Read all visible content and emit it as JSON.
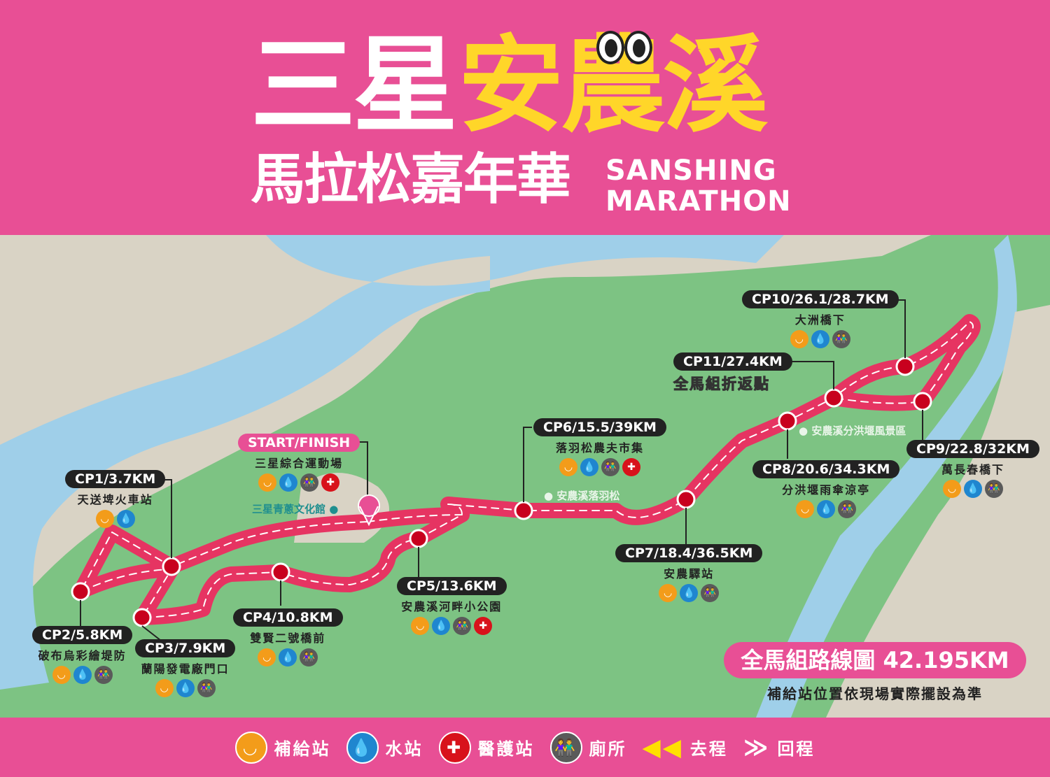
{
  "header": {
    "title_white": "三星",
    "title_yellow": "安農溪",
    "subtitle": "馬拉松嘉年華",
    "english_line1": "SANSHING",
    "english_line2": "MARATHON"
  },
  "checkpoints": [
    {
      "label": "START/FINISH",
      "location": "三星綜合運動場",
      "icons": [
        "banana",
        "water",
        "toilet",
        "medical"
      ]
    },
    {
      "label": "CP1/3.7KM",
      "location": "天送埤火車站",
      "icons": [
        "banana",
        "water"
      ]
    },
    {
      "label": "CP2/5.8KM",
      "location": "破布烏彩繪堤防",
      "icons": [
        "banana",
        "water",
        "toilet"
      ]
    },
    {
      "label": "CP3/7.9KM",
      "location": "蘭陽發電廠門口",
      "icons": [
        "banana",
        "water",
        "toilet"
      ]
    },
    {
      "label": "CP4/10.8KM",
      "location": "雙賢二號橋前",
      "icons": [
        "banana",
        "water",
        "toilet"
      ]
    },
    {
      "label": "CP5/13.6KM",
      "location": "安農溪河畔小公園",
      "icons": [
        "banana",
        "water",
        "toilet",
        "medical"
      ]
    },
    {
      "label": "CP6/15.5/39KM",
      "location": "落羽松農夫市集",
      "icons": [
        "banana",
        "water",
        "toilet",
        "medical"
      ]
    },
    {
      "label": "CP7/18.4/36.5KM",
      "location": "安農驛站",
      "icons": [
        "banana",
        "water",
        "toilet"
      ]
    },
    {
      "label": "CP8/20.6/34.3KM",
      "location": "分洪堰雨傘涼亭",
      "icons": [
        "banana",
        "water",
        "toilet"
      ]
    },
    {
      "label": "CP9/22.8/32KM",
      "location": "萬長春橋下",
      "icons": [
        "banana",
        "water",
        "toilet"
      ]
    },
    {
      "label": "CP10/26.1/28.7KM",
      "location": "大洲橋下",
      "icons": [
        "banana",
        "water",
        "toilet"
      ]
    },
    {
      "label": "CP11/27.4KM",
      "location": "全馬組折返點",
      "icons": []
    }
  ],
  "landmarks": [
    "三星青蔥文化館",
    "安農溪落羽松",
    "安農溪分洪堰風景區"
  ],
  "route_title": "全馬組路線圖 42.195KM",
  "route_note": "補給站位置依現場實際擺設為準",
  "legend": [
    {
      "icon": "banana",
      "label": "補給站"
    },
    {
      "icon": "water",
      "label": "水站"
    },
    {
      "icon": "medical",
      "label": "醫護站"
    },
    {
      "icon": "toilet",
      "label": "廁所"
    },
    {
      "icon": "outbound-arrows",
      "label": "去程"
    },
    {
      "icon": "return-arrows",
      "label": "回程"
    }
  ],
  "colors": {
    "pink": "#e84f95",
    "yellow": "#ffd629",
    "route": "#e63462",
    "checkpoint": "#c8001e",
    "grass": "#7dc383",
    "river": "#9fcfe9",
    "land": "#d9d3c5"
  }
}
